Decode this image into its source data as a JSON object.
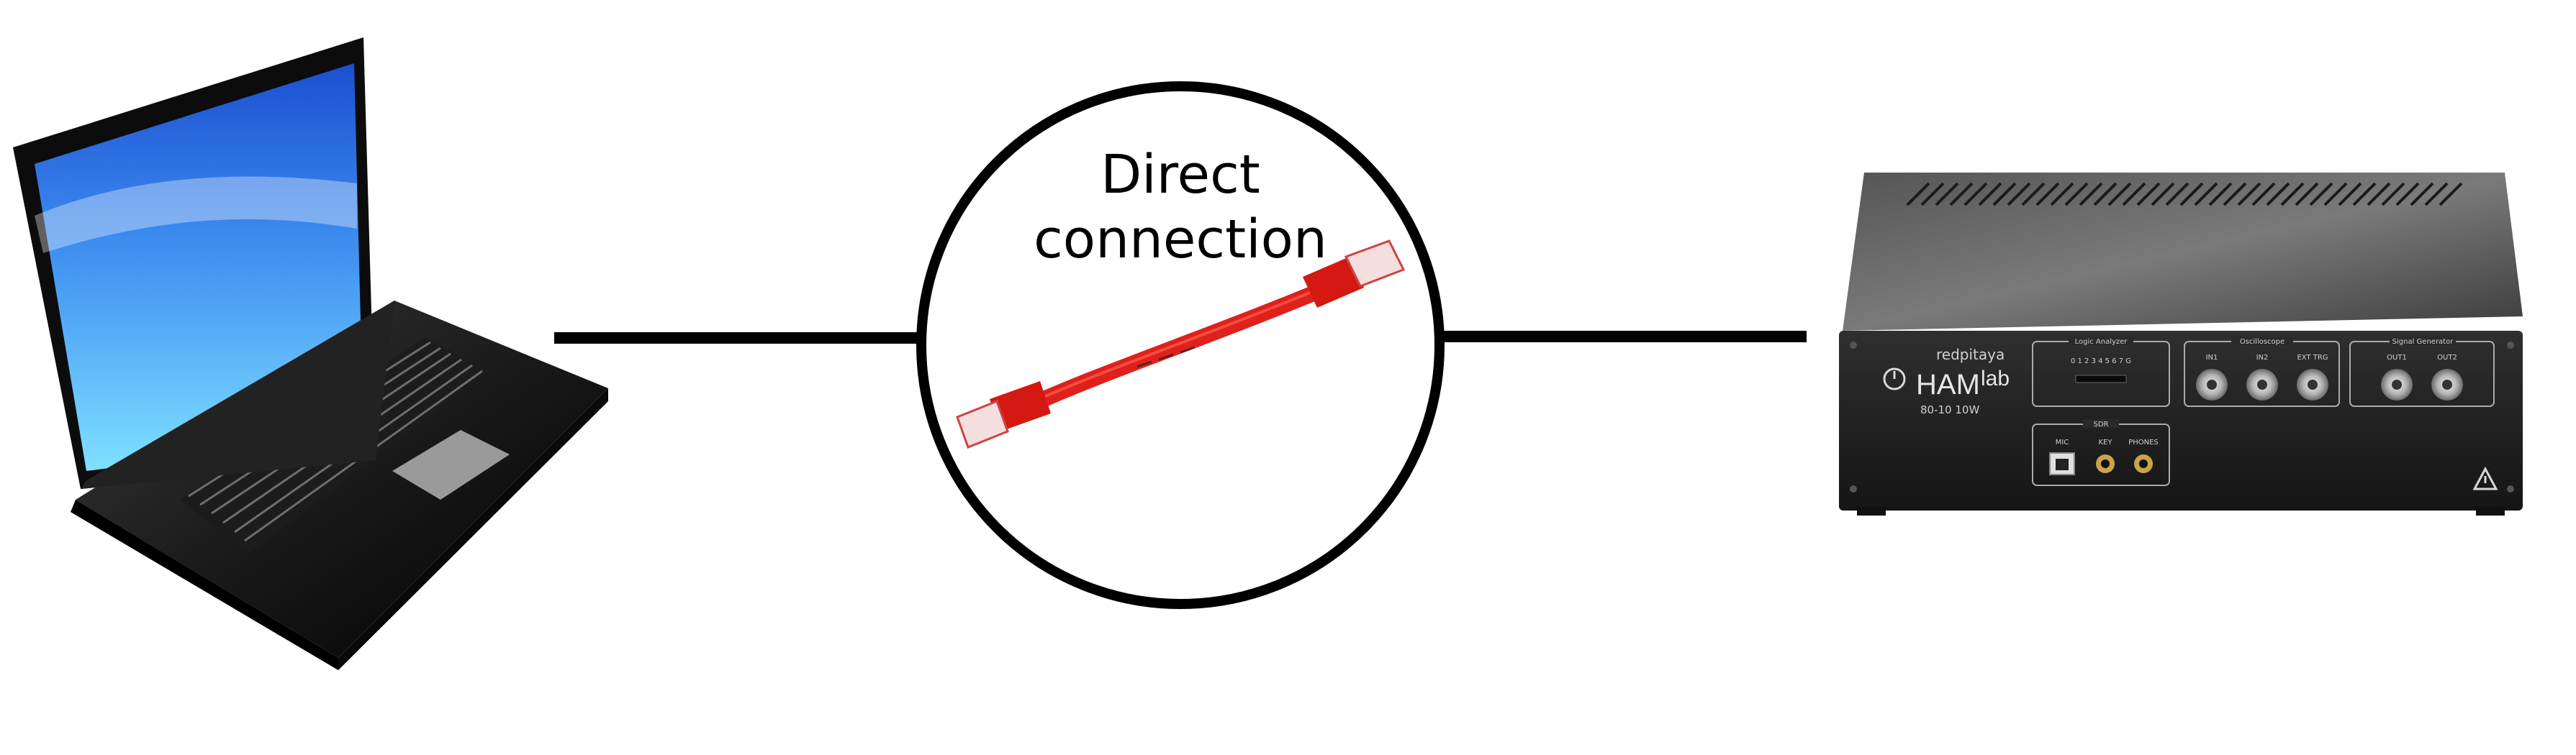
{
  "connection_label": {
    "line1": "Direct",
    "line2": "connection"
  },
  "colors": {
    "line": "#000000",
    "cable": "#e0201b",
    "laptop_body": "#111111",
    "screen_blue": "#2f7fe0",
    "device_body": "#2b2b2b"
  },
  "device": {
    "brand": "redpitaya",
    "model_prefix": "HAM",
    "model_suffix": "lab",
    "spec": "80-10 10W",
    "panels": {
      "logic": {
        "title": "Logic Analyzer",
        "pins": "0 1 2 3 4 5 6 7 G"
      },
      "scope": {
        "title": "Oscilloscope",
        "ports": [
          "IN1",
          "IN2",
          "EXT TRG"
        ]
      },
      "siggen": {
        "title": "Signal Generator",
        "ports": [
          "OUT1",
          "OUT2"
        ]
      },
      "sdr": {
        "title": "SDR",
        "ports": [
          "MIC",
          "KEY",
          "PHONES"
        ]
      }
    }
  }
}
